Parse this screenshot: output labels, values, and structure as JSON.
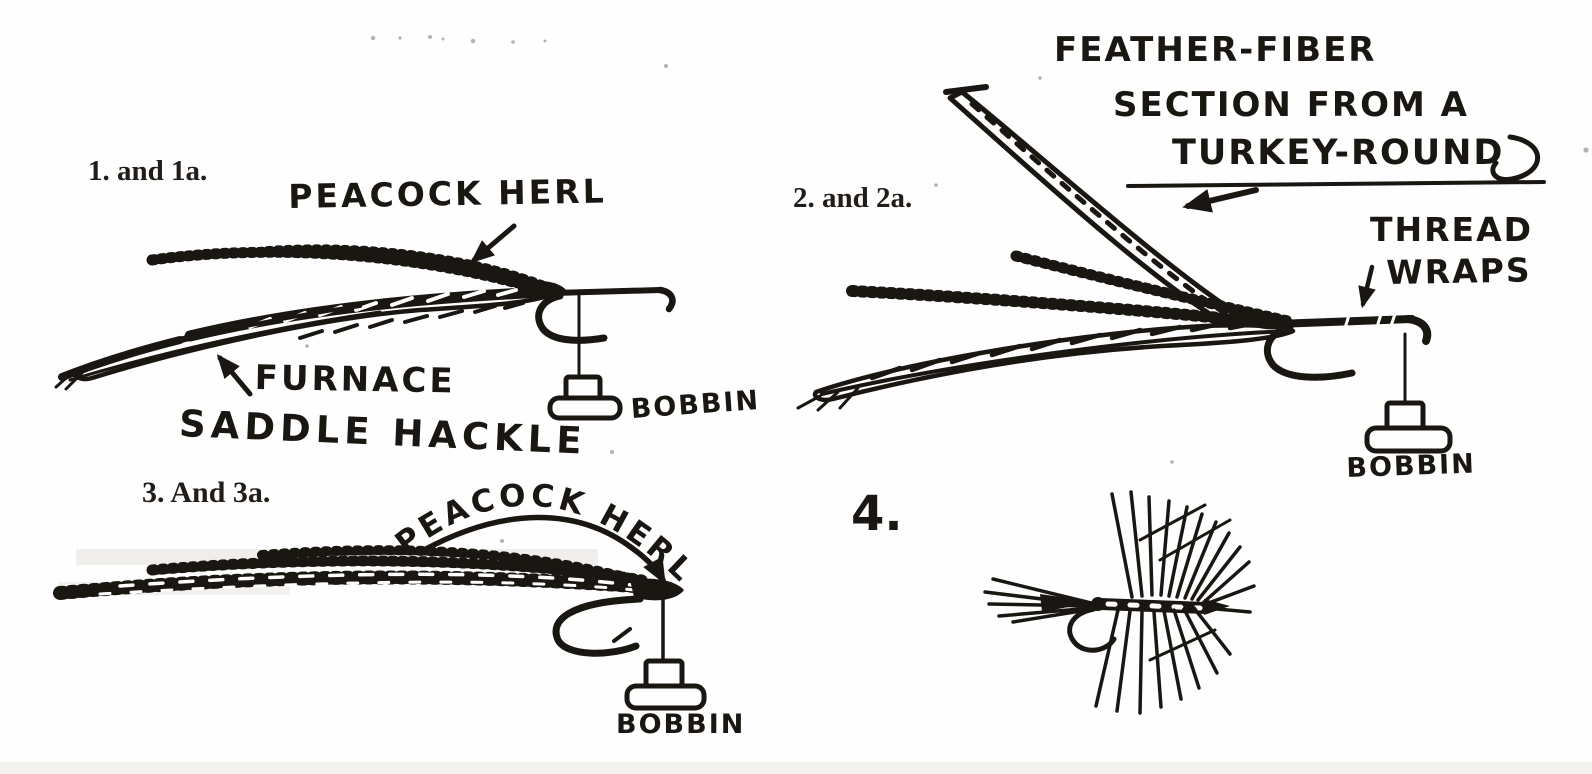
{
  "colors": {
    "ink": "#1a1612",
    "paper": "#fefefe",
    "scan_band": "#f1efeb",
    "highlight_band": "#e9e7e2"
  },
  "step1": {
    "label": "1. and 1a.",
    "peacock_herl": "PEACOCK HERL",
    "furnace": "FURNACE",
    "saddle_hackle": "SADDLE HACKLE",
    "bobbin": "BOBBIN"
  },
  "step2": {
    "label": "2. and 2a.",
    "callout_line1": "FEATHER-FIBER",
    "callout_line2": "SECTION FROM A",
    "callout_line3": "TURKEY-ROUND",
    "thread": "THREAD",
    "wraps": "WRAPS",
    "bobbin": "BOBBIN"
  },
  "step3": {
    "label": "3. And 3a.",
    "peacock_herl": "PEACOCK HERL",
    "bobbin": "BOBBIN"
  },
  "step4": {
    "label": "4."
  }
}
